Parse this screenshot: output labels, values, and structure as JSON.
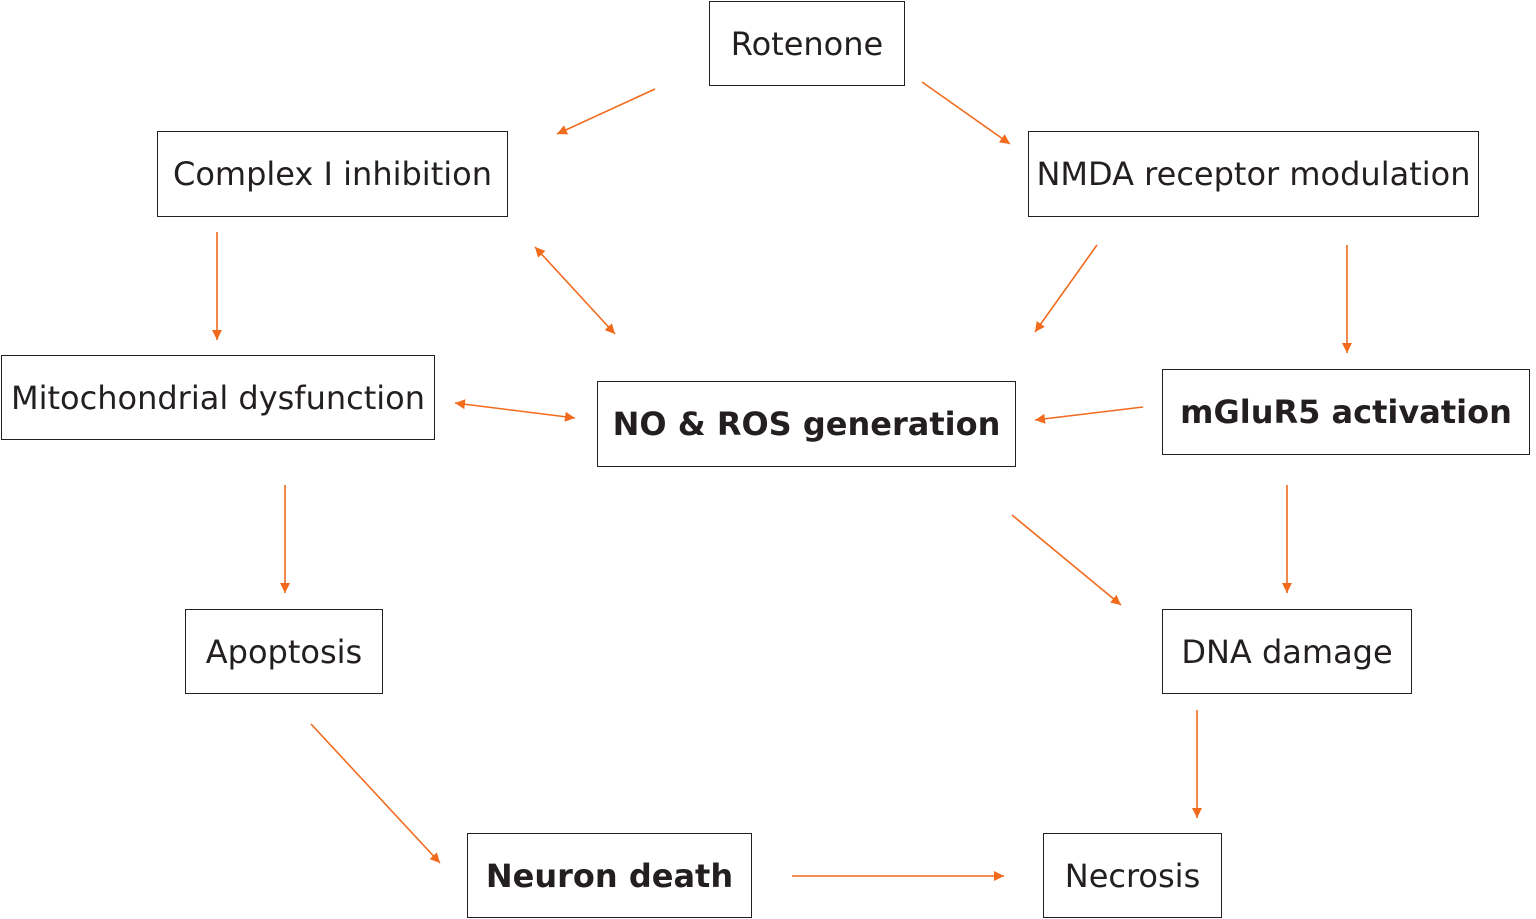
{
  "nodes": {
    "rotenone": "Rotenone",
    "complex_i": "Complex I inhibition",
    "nmda": "NMDA receptor modulation",
    "mito": "Mitochondrial dysfunction",
    "no_ros": "NO & ROS generation",
    "mglur5": "mGluR5 activation",
    "apoptosis": "Apoptosis",
    "dna_damage": "DNA damage",
    "neuron_death": "Neuron death",
    "necrosis": "Necrosis"
  },
  "edges": [
    {
      "from": "rotenone",
      "to": "complex_i",
      "bidirectional": false
    },
    {
      "from": "rotenone",
      "to": "nmda",
      "bidirectional": false
    },
    {
      "from": "complex_i",
      "to": "mito",
      "bidirectional": false
    },
    {
      "from": "complex_i",
      "to": "no_ros",
      "bidirectional": true
    },
    {
      "from": "nmda",
      "to": "no_ros",
      "bidirectional": false
    },
    {
      "from": "nmda",
      "to": "mglur5",
      "bidirectional": false
    },
    {
      "from": "mito",
      "to": "no_ros",
      "bidirectional": true
    },
    {
      "from": "mglur5",
      "to": "no_ros",
      "bidirectional": false
    },
    {
      "from": "mito",
      "to": "apoptosis",
      "bidirectional": false
    },
    {
      "from": "no_ros",
      "to": "dna_damage",
      "bidirectional": false
    },
    {
      "from": "mglur5",
      "to": "dna_damage",
      "bidirectional": false
    },
    {
      "from": "apoptosis",
      "to": "neuron_death",
      "bidirectional": false
    },
    {
      "from": "dna_damage",
      "to": "necrosis",
      "bidirectional": false
    },
    {
      "from": "neuron_death",
      "to": "necrosis",
      "bidirectional": false
    }
  ],
  "colors": {
    "arrow": "#f26b1d",
    "border": "#231f20",
    "text": "#231f20"
  }
}
